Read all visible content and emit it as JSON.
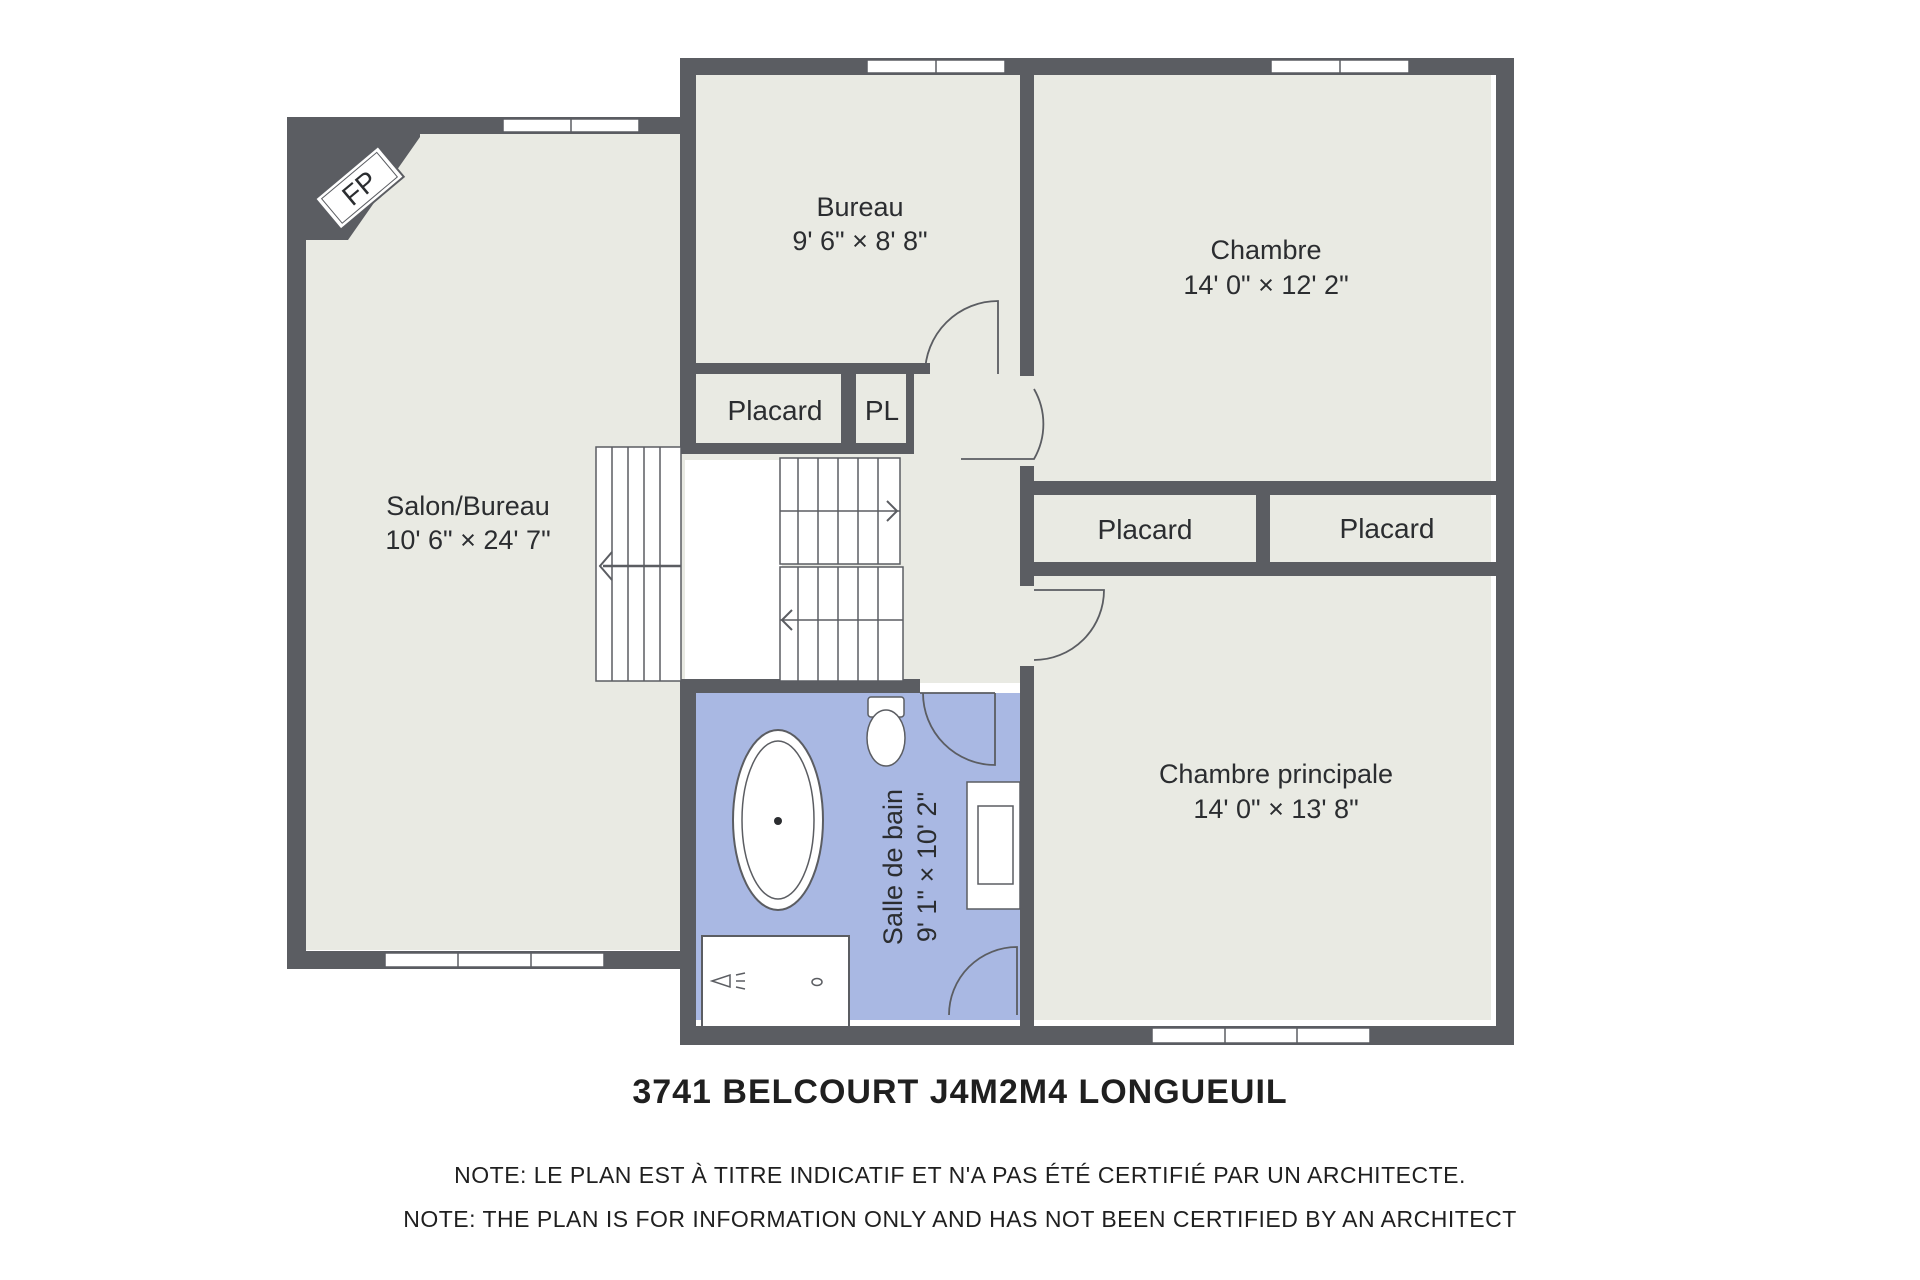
{
  "colors": {
    "wall": "#5b5d62",
    "floor": "#e9eae3",
    "bathroom": "#a9b8e3",
    "window": "#ffffff",
    "text": "#2b2d30"
  },
  "rooms": {
    "salon": {
      "name": "Salon/Bureau",
      "dims": "10' 6\" × 24' 7\""
    },
    "bureau": {
      "name": "Bureau",
      "dims": "9' 6\" × 8' 8\""
    },
    "chambre": {
      "name": "Chambre",
      "dims": "14' 0\" × 12' 2\""
    },
    "chambre_principale": {
      "name": "Chambre principale",
      "dims": "14' 0\" × 13' 8\""
    },
    "salle_de_bain": {
      "name": "Salle de bain",
      "dims": "9' 1\" × 10' 2\""
    },
    "placard_bureau": {
      "name": "Placard"
    },
    "pl": {
      "name": "PL"
    },
    "placard_left": {
      "name": "Placard"
    },
    "placard_right": {
      "name": "Placard"
    }
  },
  "fireplace": {
    "label": "FP"
  },
  "footer": {
    "address": "3741 BELCOURT J4M2M4 LONGUEUIL",
    "note_fr": "NOTE: LE PLAN EST À TITRE INDICATIF ET N'A PAS ÉTÉ CERTIFIÉ PAR UN ARCHITECTE.",
    "note_en": "NOTE: THE PLAN IS FOR INFORMATION ONLY AND HAS  NOT BEEN CERTIFIED BY AN ARCHITECT"
  }
}
